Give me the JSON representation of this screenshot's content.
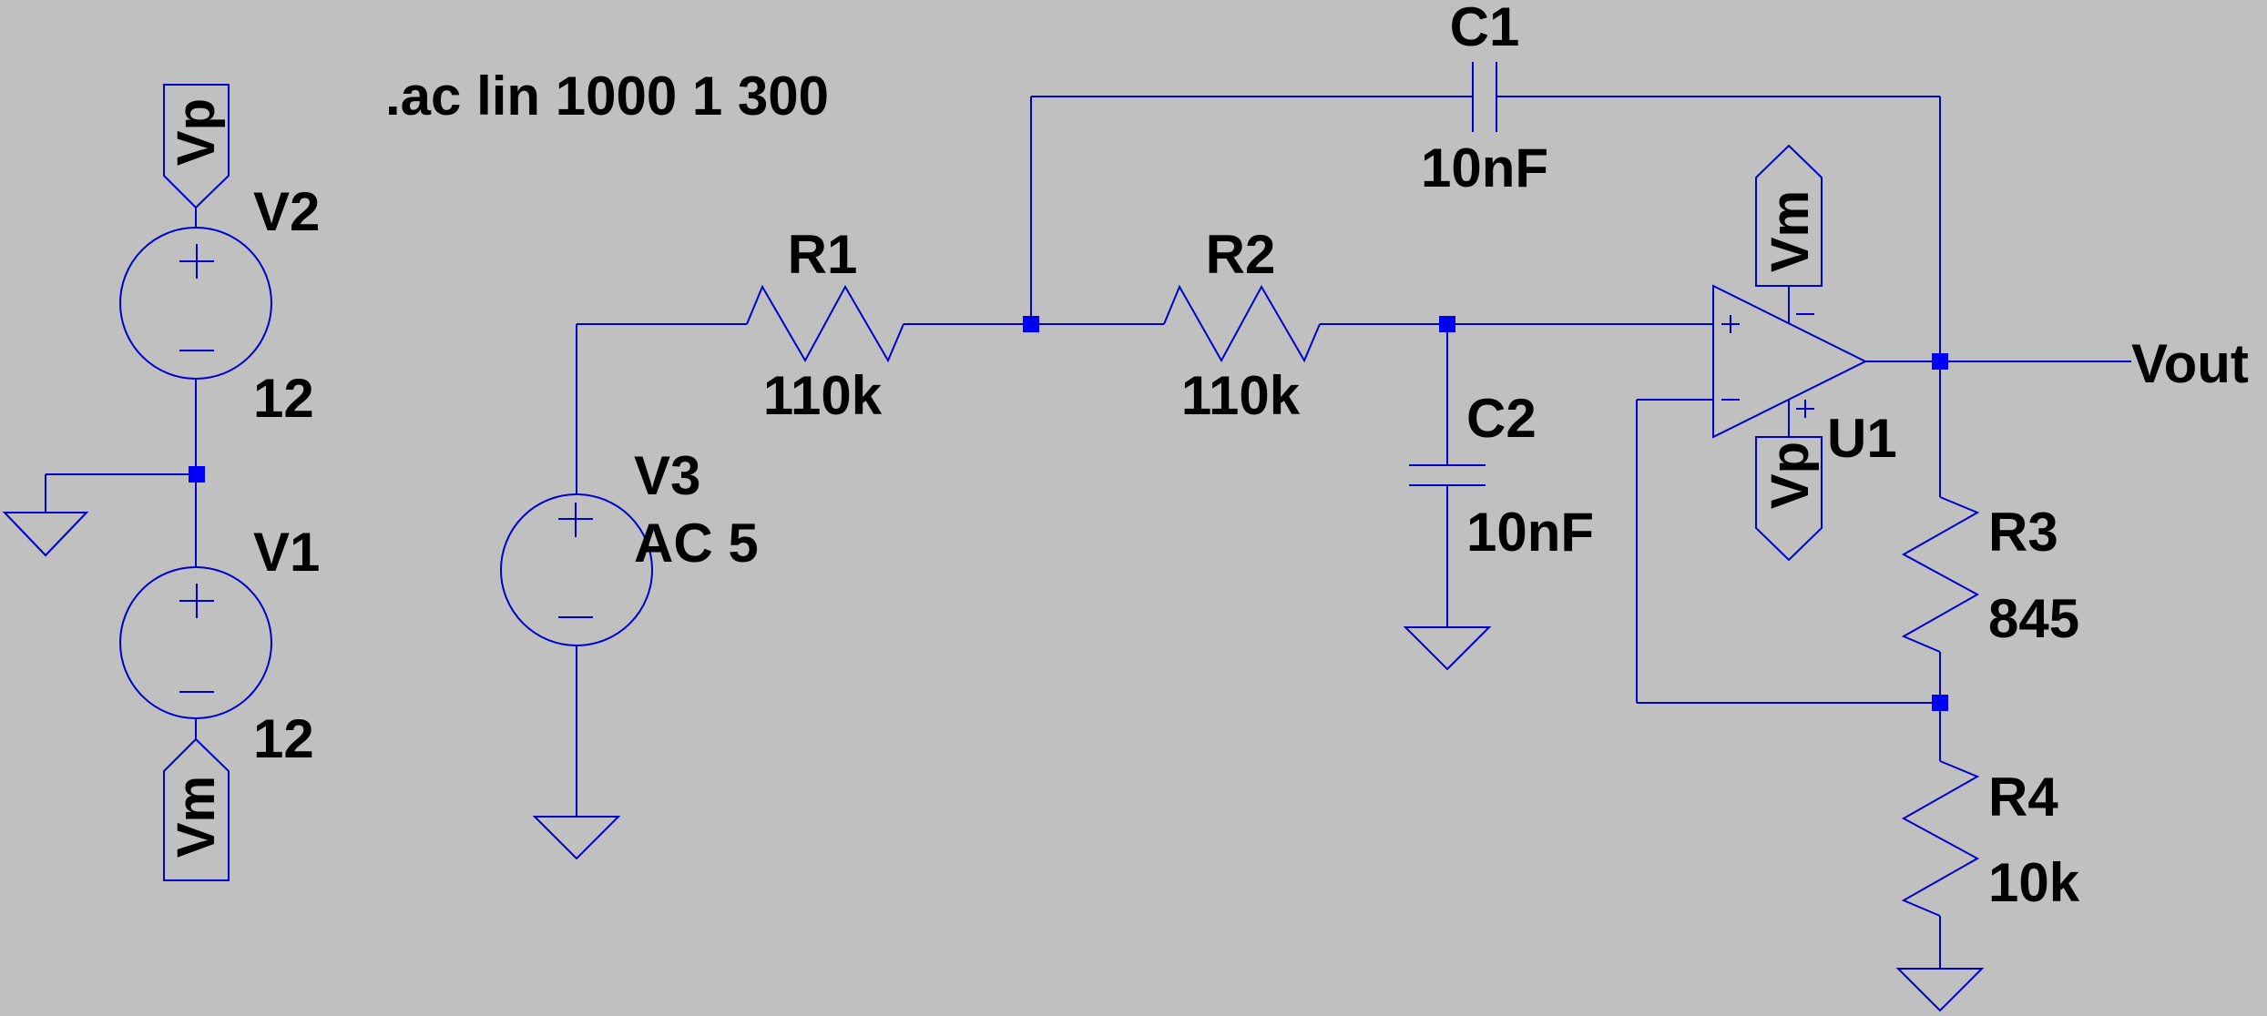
{
  "directive": ".ac lin 1000 1 300",
  "colors": {
    "background": "#c0c0c0",
    "wire": "#0000cd",
    "junction": "#0000ff",
    "text": "#000000"
  },
  "components": {
    "V1": {
      "name": "V1",
      "value": "12"
    },
    "V2": {
      "name": "V2",
      "value": "12"
    },
    "V3": {
      "name": "V3",
      "value": "AC 5"
    },
    "R1": {
      "name": "R1",
      "value": "110k"
    },
    "R2": {
      "name": "R2",
      "value": "110k"
    },
    "R3": {
      "name": "R3",
      "value": "845"
    },
    "R4": {
      "name": "R4",
      "value": "10k"
    },
    "C1": {
      "name": "C1",
      "value": "10nF"
    },
    "C2": {
      "name": "C2",
      "value": "10nF"
    },
    "U1": {
      "name": "U1"
    }
  },
  "net_labels": {
    "vp": "Vp",
    "vm": "Vm",
    "vout": "Vout"
  },
  "icons": [
    "ground-icon",
    "voltage-source-icon",
    "resistor-icon",
    "capacitor-icon",
    "opamp-icon",
    "junction-icon",
    "net-flag-icon"
  ]
}
